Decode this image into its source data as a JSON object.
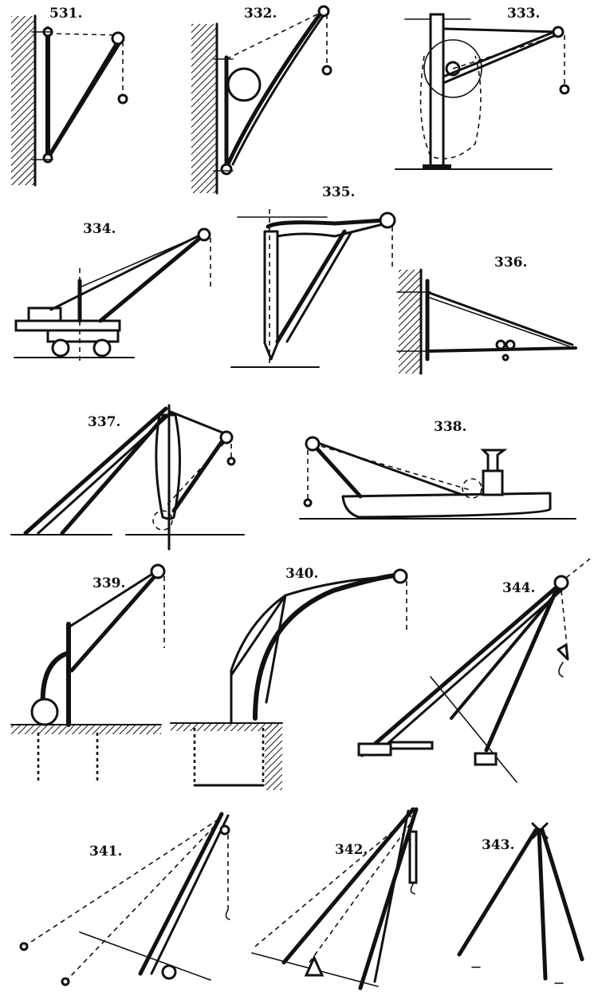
{
  "figures": [
    {
      "id": "531",
      "label": "531."
    },
    {
      "id": "332",
      "label": "332."
    },
    {
      "id": "333",
      "label": "333."
    },
    {
      "id": "334",
      "label": "334."
    },
    {
      "id": "335",
      "label": "335."
    },
    {
      "id": "336",
      "label": "336."
    },
    {
      "id": "337",
      "label": "337."
    },
    {
      "id": "338",
      "label": "338."
    },
    {
      "id": "339",
      "label": "339."
    },
    {
      "id": "340",
      "label": "340."
    },
    {
      "id": "344",
      "label": "344."
    },
    {
      "id": "341",
      "label": "341."
    },
    {
      "id": "342",
      "label": "342."
    },
    {
      "id": "343",
      "label": "343."
    }
  ],
  "colors": {
    "ink": "#111111",
    "paper": "#ffffff"
  }
}
